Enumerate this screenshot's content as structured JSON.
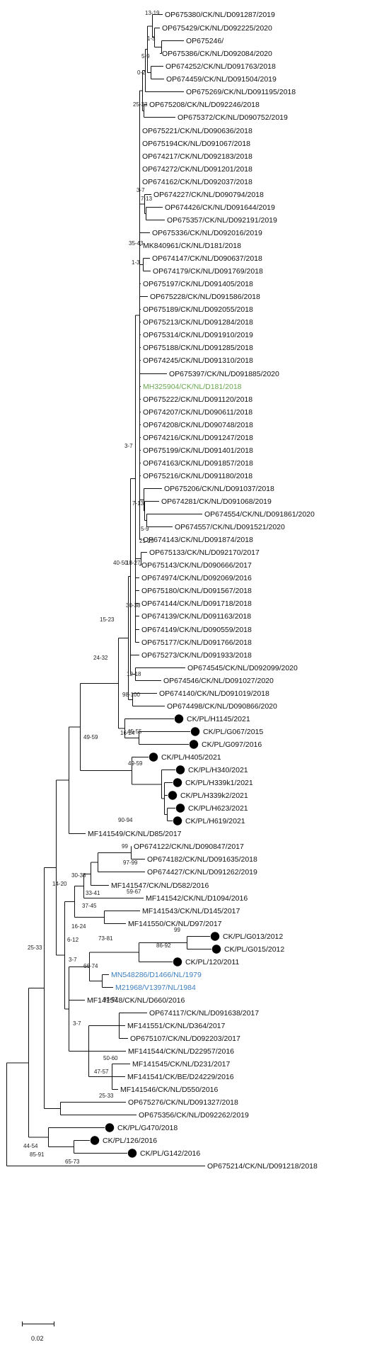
{
  "tree": {
    "taxa": [
      {
        "id": "t0",
        "label": "OP675380/CK/NL/D091287/2019"
      },
      {
        "id": "t1",
        "label": "OP675429/CK/NL/D092225/2020"
      },
      {
        "id": "t2",
        "label": "OP675246/"
      },
      {
        "id": "t3",
        "label": "OP675386/CK/NL/D092084/2020"
      },
      {
        "id": "t4",
        "label": "OP674252/CK/NL/D091763/2018"
      },
      {
        "id": "t5",
        "label": "OP674459/CK/NL/D091504/2019"
      },
      {
        "id": "t6",
        "label": "OP675269/CK/NL/D091195/2018"
      },
      {
        "id": "t7",
        "label": "OP675208/CK/NL/D092246/2018"
      },
      {
        "id": "t8",
        "label": "OP675372/CK/NL/D090752/2019"
      },
      {
        "id": "t9",
        "label": "OP675221/CK/NL/D090636/2018"
      },
      {
        "id": "t10",
        "label": "OP675194CK/NL/D091067/2018"
      },
      {
        "id": "t11",
        "label": "OP674217/CK/NL/D092183/2018"
      },
      {
        "id": "t12",
        "label": "OP674272/CK/NL/D091201/2018"
      },
      {
        "id": "t13",
        "label": "OP674162/CK/NL/D092037/2018"
      },
      {
        "id": "t14",
        "label": "OP674227/CK/NL/D090794/2018"
      },
      {
        "id": "t15",
        "label": "OP674426/CK/NL/D091644/2019"
      },
      {
        "id": "t16",
        "label": "OP675357/CK/NL/D092191/2019"
      },
      {
        "id": "t17",
        "label": "OP675336/CK/NL/D092016/2019"
      },
      {
        "id": "t18",
        "label": "MK840961/CK/NL/D181/2018"
      },
      {
        "id": "t19",
        "label": "OP674147/CK/NL/D090637/2018"
      },
      {
        "id": "t20",
        "label": "OP674179/CK/NL/D091769/2018"
      },
      {
        "id": "t21",
        "label": "OP675197/CK/NL/D091405/2018"
      },
      {
        "id": "t22",
        "label": "OP675228/CK/NL/D091586/2018"
      },
      {
        "id": "t23",
        "label": "OP675189/CK/NL/D092055/2018"
      },
      {
        "id": "t24",
        "label": "OP675213/CK/NL/D091284/2018"
      },
      {
        "id": "t25",
        "label": "OP675314/CK/NL/D091910/2019"
      },
      {
        "id": "t26",
        "label": "OP675188/CK/NL/D091285/2018"
      },
      {
        "id": "t27",
        "label": "OP674245/CK/NL/D091310/2018"
      },
      {
        "id": "t28",
        "label": "OP675397/CK/NL/D091885/2020"
      },
      {
        "id": "t29",
        "label": "MH325904/CK/NL/D181/2018",
        "highlight": "green"
      },
      {
        "id": "t30",
        "label": "OP675222/CK/NL/D091120/2018"
      },
      {
        "id": "t31",
        "label": "OP674207/CK/NL/D090611/2018"
      },
      {
        "id": "t32",
        "label": "OP674208/CK/NL/D090748/2018"
      },
      {
        "id": "t33",
        "label": "OP674216/CK/NL/D091247/2018"
      },
      {
        "id": "t34",
        "label": "OP675199/CK/NL/D091401/2018"
      },
      {
        "id": "t35",
        "label": "OP674163/CK/NL/D091857/2018"
      },
      {
        "id": "t36",
        "label": "OP675216/CK/NL/D091180/2018"
      },
      {
        "id": "t37",
        "label": "OP675206/CK/NL/D091037/2018"
      },
      {
        "id": "t38",
        "label": "OP674281/CK/NL/D091068/2019"
      },
      {
        "id": "t39",
        "label": "OP674554/CK/NL/D091861/2020"
      },
      {
        "id": "t40",
        "label": "OP674557/CK/NL/D091521/2020"
      },
      {
        "id": "t41",
        "label": "OP674143/CK/NL/D091874/2018"
      },
      {
        "id": "t42",
        "label": "OP675133/CK/NL/D092170/2017"
      },
      {
        "id": "t43",
        "label": "OP675143/CK/NL/D090666/2017"
      },
      {
        "id": "t44",
        "label": "OP674974/CK/NL/D092069/2016"
      },
      {
        "id": "t45",
        "label": "OP675180/CK/NL/D091567/2018"
      },
      {
        "id": "t46",
        "label": "OP674144/CK/NL/D091718/2018"
      },
      {
        "id": "t47",
        "label": "OP674139/CK/NL/D091163/2018"
      },
      {
        "id": "t48",
        "label": "OP674149/CK/NL/D090559/2018"
      },
      {
        "id": "t49",
        "label": "OP675177/CK/NL/D091766/2018"
      },
      {
        "id": "t50",
        "label": "OP675273/CK/NL/D091933/2018"
      },
      {
        "id": "t51",
        "label": "OP674545/CK/NL/D092099/2020"
      },
      {
        "id": "t52",
        "label": "OP674546/CK/NL/D091027/2020"
      },
      {
        "id": "t53",
        "label": "OP674140/CK/NL/D091019/2018"
      },
      {
        "id": "t54",
        "label": "OP674498/CK/NL/D090866/2020"
      },
      {
        "id": "t55",
        "label": "CK/PL/H1145/2021",
        "marker": "dot"
      },
      {
        "id": "t56",
        "label": "CK/PL/G067/2015",
        "marker": "dot"
      },
      {
        "id": "t57",
        "label": "CK/PL/G097/2016",
        "marker": "dot"
      },
      {
        "id": "t58",
        "label": "CK/PL/H405/2021",
        "marker": "dot"
      },
      {
        "id": "t59",
        "label": "CK/PL/H340/2021",
        "marker": "dot"
      },
      {
        "id": "t60",
        "label": "CK/PL/H339k1/2021",
        "marker": "dot"
      },
      {
        "id": "t61",
        "label": "CK/PL/H339k2/2021",
        "marker": "dot"
      },
      {
        "id": "t62",
        "label": "CK/PL/H623/2021",
        "marker": "dot"
      },
      {
        "id": "t63",
        "label": "CK/PL/H619/2021",
        "marker": "dot"
      },
      {
        "id": "t64",
        "label": "MF141549/CK/NL/D85/2017"
      },
      {
        "id": "t65",
        "label": "OP674122/CK/NL/D090847/2017"
      },
      {
        "id": "t66",
        "label": "OP674182/CK/NL/D091635/2018"
      },
      {
        "id": "t67",
        "label": "OP674427/CK/NL/D091262/2019"
      },
      {
        "id": "t68",
        "label": "MF141547/CK/NL/D582/2016"
      },
      {
        "id": "t69",
        "label": "MF141542/CK/NL/D1094/2016"
      },
      {
        "id": "t70",
        "label": "MF141543/CK/NL/D145/2017"
      },
      {
        "id": "t71",
        "label": "MF141550/CK/NL/D97/2017"
      },
      {
        "id": "t72",
        "label": "CK/PL/G013/2012",
        "marker": "dot"
      },
      {
        "id": "t73",
        "label": "CK/PL/G015/2012",
        "marker": "dot"
      },
      {
        "id": "t74",
        "label": "CK/PL/120/2011",
        "marker": "dot"
      },
      {
        "id": "t75",
        "label": "MN548286/D1466/NL/1979",
        "highlight": "blue"
      },
      {
        "id": "t76",
        "label": "M21968/V1397/NL/1984",
        "highlight": "blue"
      },
      {
        "id": "t77",
        "label": "MF141548/CK/NL/D660/2016"
      },
      {
        "id": "t78",
        "label": "OP674117/CK/NL/D091638/2017"
      },
      {
        "id": "t79",
        "label": "MF141551/CK/NL/D364/2017"
      },
      {
        "id": "t80",
        "label": "OP675107/CK/NL/D092203/2017"
      },
      {
        "id": "t81",
        "label": "MF141544/CK/NL/D22957/2016"
      },
      {
        "id": "t82",
        "label": "MF141545/CK/NL/D231/2017"
      },
      {
        "id": "t83",
        "label": "MF141541/CK/BE/D24229/2016"
      },
      {
        "id": "t84",
        "label": "MF141546/CK/NL/D550/2016"
      },
      {
        "id": "t85",
        "label": "OP675276/CK/NL/D091327/2018"
      },
      {
        "id": "t86",
        "label": "OP675356/CK/NL/D092262/2019"
      },
      {
        "id": "t87",
        "label": "CK/PL/G470/2018",
        "marker": "dot"
      },
      {
        "id": "t88",
        "label": "CK/PL/126/2016",
        "marker": "dot"
      },
      {
        "id": "t89",
        "label": "CK/PL/G142/2016",
        "marker": "dot"
      },
      {
        "id": "t90",
        "label": "OP675214/CK/NL/D091218/2018"
      }
    ],
    "support_labels": [
      "13-19",
      "1-3",
      "5-9",
      "0-2",
      "25-33",
      "3-7",
      "7-13",
      "35-43",
      "1-3",
      "3-7",
      "7-13",
      "5-9",
      "21-29",
      "40-50",
      "18-27",
      "30-38",
      "15-23",
      "12-18",
      "98-100",
      "24-32",
      "45-55",
      "16-24",
      "49-59",
      "49-59",
      "90-94",
      "97-99",
      "59-67",
      "30-38",
      "14-20",
      "99",
      "33-41",
      "37-45",
      "16-24",
      "6-12",
      "73-81",
      "25-33",
      "3-7",
      "99",
      "86-92",
      "66-74",
      "93-97",
      "3-7",
      "50-60",
      "47-57",
      "25-33",
      "44-54",
      "85-91",
      "65-73"
    ],
    "scale_bar": {
      "label": "0.02"
    }
  },
  "colors": {
    "branch": "#111111",
    "highlight_green": "#6aa84f",
    "highlight_blue": "#3d7fbf",
    "marker": "#000000"
  }
}
